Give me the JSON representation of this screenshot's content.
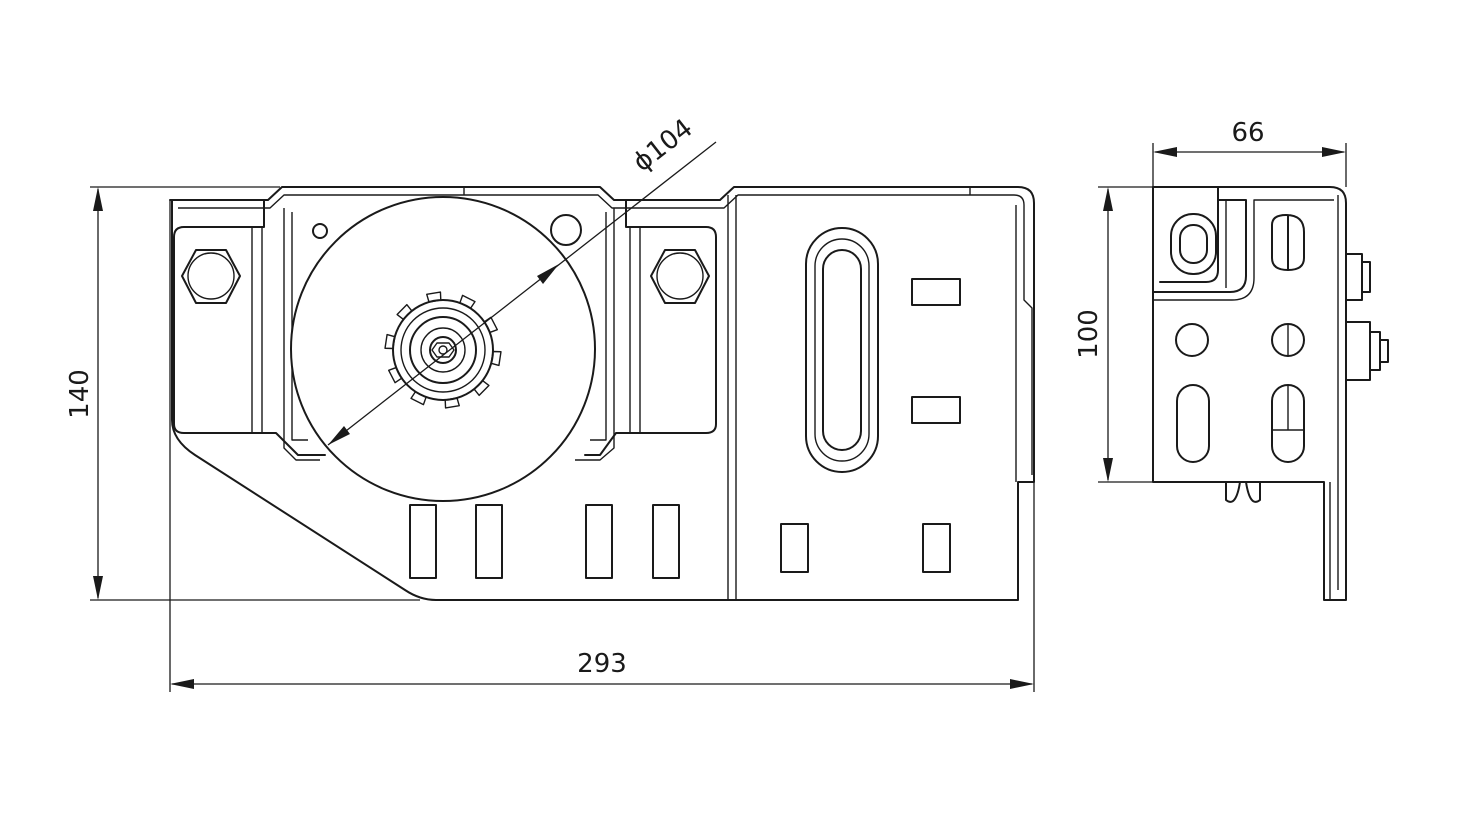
{
  "dimensions": {
    "width_total": "293",
    "height_total": "140",
    "wheel_diameter": "ϕ104",
    "side_depth": "66",
    "side_height": "100"
  }
}
